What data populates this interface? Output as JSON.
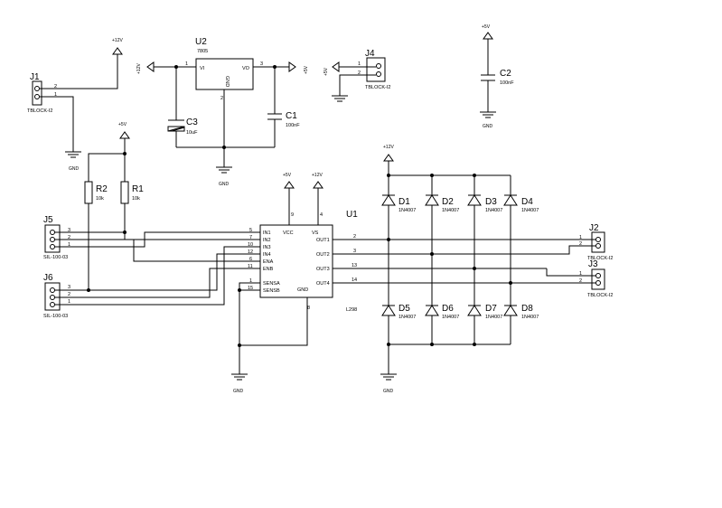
{
  "components": {
    "j1": {
      "ref": "J1",
      "value": "TBLOCK-I2",
      "pins": [
        "2",
        "1"
      ]
    },
    "j2": {
      "ref": "J2",
      "value": "TBLOCK-I2",
      "pins": [
        "1",
        "2"
      ]
    },
    "j3": {
      "ref": "J3",
      "value": "TBLOCK-I2",
      "pins": [
        "1",
        "2"
      ]
    },
    "j4": {
      "ref": "J4",
      "value": "TBLOCK-I2",
      "pins": [
        "1",
        "2"
      ]
    },
    "j5": {
      "ref": "J5",
      "value": "SIL-100-03",
      "pins": [
        "3",
        "2",
        "1"
      ]
    },
    "j6": {
      "ref": "J6",
      "value": "SIL-100-03",
      "pins": [
        "3",
        "2",
        "1"
      ]
    },
    "u2": {
      "ref": "U2",
      "value": "7805",
      "pin_in": "1",
      "pin_out": "3",
      "pin_gnd": "2",
      "label_in": "VI",
      "label_out": "VO",
      "label_gnd": "GND"
    },
    "c1": {
      "ref": "C1",
      "value": "100nF"
    },
    "c2": {
      "ref": "C2",
      "value": "100nF"
    },
    "c3": {
      "ref": "C3",
      "value": "10uF"
    },
    "r1": {
      "ref": "R1",
      "value": "10k"
    },
    "r2": {
      "ref": "R2",
      "value": "10k"
    },
    "u1": {
      "ref": "U1",
      "value": "L298",
      "left_pins": [
        {
          "label": "IN1",
          "num": "5"
        },
        {
          "label": "IN2",
          "num": "7"
        },
        {
          "label": "IN3",
          "num": "10"
        },
        {
          "label": "IN4",
          "num": "12"
        },
        {
          "label": "ENA",
          "num": "6"
        },
        {
          "label": "ENB",
          "num": "11"
        },
        {
          "label": "SENSA",
          "num": "1"
        },
        {
          "label": "SENSB",
          "num": "15"
        }
      ],
      "right_pins": [
        {
          "label": "OUT1",
          "num": "2"
        },
        {
          "label": "OUT2",
          "num": "3"
        },
        {
          "label": "OUT3",
          "num": "13"
        },
        {
          "label": "OUT4",
          "num": "14"
        }
      ],
      "top_pins": [
        {
          "label": "VCC",
          "num": "9"
        },
        {
          "label": "VS",
          "num": "4"
        }
      ],
      "bottom_pin": {
        "label": "GND",
        "num": "8"
      }
    },
    "diodes_top": [
      {
        "ref": "D1",
        "value": "1N4007"
      },
      {
        "ref": "D2",
        "value": "1N4007"
      },
      {
        "ref": "D3",
        "value": "1N4007"
      },
      {
        "ref": "D4",
        "value": "1N4007"
      }
    ],
    "diodes_bottom": [
      {
        "ref": "D5",
        "value": "1N4007"
      },
      {
        "ref": "D6",
        "value": "1N4007"
      },
      {
        "ref": "D7",
        "value": "1N4007"
      },
      {
        "ref": "D8",
        "value": "1N4007"
      }
    ]
  },
  "power": {
    "v12": "+12V",
    "v5": "+5V",
    "gnd": "GND"
  }
}
